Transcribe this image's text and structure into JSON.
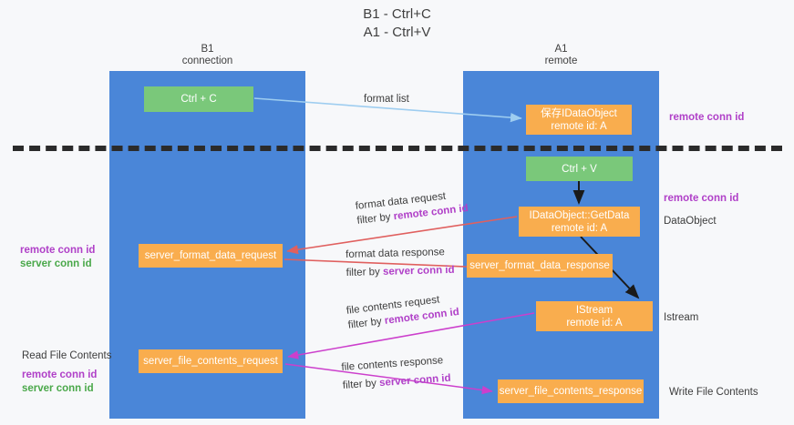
{
  "title": {
    "line1": "B1 - Ctrl+C",
    "line2": "A1 - Ctrl+V"
  },
  "lanes": [
    {
      "id": "B1",
      "name": "B1",
      "role": "connection"
    },
    {
      "id": "A1",
      "name": "A1",
      "role": "remote"
    }
  ],
  "nodes": {
    "ctrl_c": {
      "line1": "Ctrl + C",
      "line2": "",
      "color": "#7ac87a"
    },
    "idataobject": {
      "line1": "保存IDataObject",
      "line2": "remote id: A",
      "color": "#f9ad4e"
    },
    "ctrl_v": {
      "line1": "Ctrl + V",
      "line2": "",
      "color": "#7ac87a"
    },
    "getdata": {
      "line1": "IDataObject::GetData",
      "line2": "remote id: A",
      "color": "#f9ad4e"
    },
    "server_format_data_request": {
      "line1": "server_format_data_request",
      "line2": "",
      "color": "#f9ad4e"
    },
    "server_format_data_response": {
      "line1": "server_format_data_response",
      "line2": "",
      "color": "#f9ad4e"
    },
    "istream": {
      "line1": "IStream",
      "line2": "remote id: A",
      "color": "#f9ad4e"
    },
    "server_file_contents_request": {
      "line1": "server_file_contents_request",
      "line2": "",
      "color": "#f9ad4e"
    },
    "server_file_contents_response": {
      "line1": "server_file_contents_response",
      "line2": "",
      "color": "#f9ad4e"
    }
  },
  "edge_labels": {
    "format_list": "format list",
    "format_data_request": "format data request",
    "format_data_request_filter_prefix": "filter by ",
    "format_data_request_filter_key": "remote conn id",
    "format_data_response": "format data response",
    "format_data_response_filter_prefix": "filter by ",
    "format_data_response_filter_key": "server conn id",
    "file_contents_request": "file contents request",
    "file_contents_request_filter_prefix": "filter by ",
    "file_contents_request_filter_key": "remote conn id",
    "file_contents_response": "file contents response",
    "file_contents_response_filter_prefix": "filter by ",
    "file_contents_response_filter_key": "server conn id"
  },
  "annotations": {
    "right_remote_conn_id_top": "remote conn id",
    "right_remote_conn_id_mid": "remote conn id",
    "right_dataobject": "DataObject",
    "right_istream": "Istream",
    "right_write_file_contents": "Write File Contents",
    "left_mid_remote_conn_id": "remote conn id",
    "left_mid_server_conn_id": "server conn id",
    "left_read_file_contents": "Read File Contents",
    "left_bottom_remote_conn_id": "remote conn id",
    "left_bottom_server_conn_id": "server conn id"
  },
  "colors": {
    "lane_blue": "#4a86d8",
    "node_green": "#7ac87a",
    "node_orange": "#f9ad4e",
    "accent_purple": "#b040c8",
    "accent_green": "#4aa84a",
    "arrow_lightblue": "#9ecdf0",
    "arrow_red": "#e0605f",
    "arrow_magenta": "#cc3fcc",
    "arrow_black": "#1a1a1a",
    "separator": "#2b2b2b",
    "background": "#f7f8fa"
  }
}
